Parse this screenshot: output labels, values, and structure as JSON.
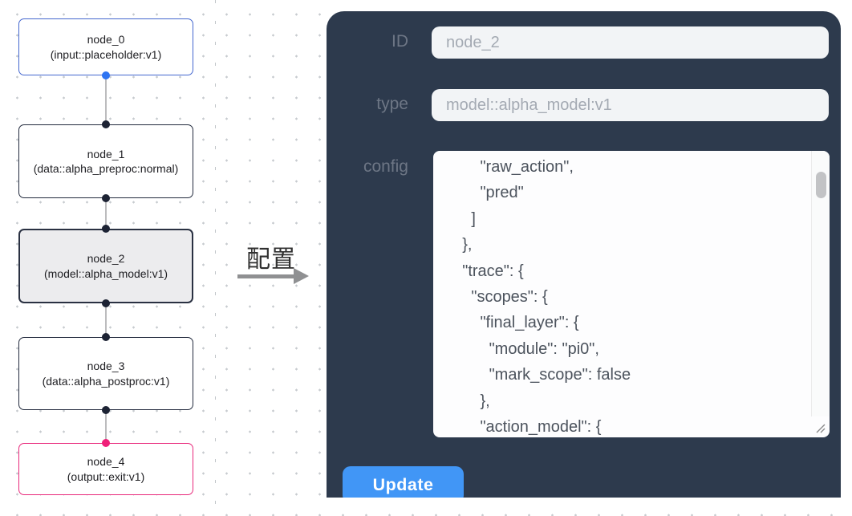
{
  "canvas": {
    "nodes": [
      {
        "id": "node_0",
        "label": "node_0",
        "type_text": "(input::placeholder:v1)",
        "state": "input"
      },
      {
        "id": "node_1",
        "label": "node_1",
        "type_text": "(data::alpha_preproc:normal)",
        "state": "default"
      },
      {
        "id": "node_2",
        "label": "node_2",
        "type_text": "(model::alpha_model:v1)",
        "state": "selected"
      },
      {
        "id": "node_3",
        "label": "node_3",
        "type_text": "(data::alpha_postproc:v1)",
        "state": "default"
      },
      {
        "id": "node_4",
        "label": "node_4",
        "type_text": "(output::exit:v1)",
        "state": "output"
      }
    ],
    "colors": {
      "input_border": "#4467cf",
      "default_border": "#232b3e",
      "selected_border": "#2a3142",
      "selected_fill": "#ececee",
      "output_border": "#e8297b",
      "port_blue": "#2e74f2",
      "port_dark": "#1d2334",
      "port_pink": "#ef2079"
    }
  },
  "transition": {
    "label": "配置"
  },
  "panel": {
    "background": "#2d3a4d",
    "fields": [
      {
        "label": "ID",
        "value": "node_2"
      },
      {
        "label": "type",
        "value": "model::alpha_model:v1"
      }
    ],
    "config_label": "config",
    "config_text": "        \"raw_action\",\n        \"pred\"\n      ]\n    },\n    \"trace\": {\n      \"scopes\": {\n        \"final_layer\": {\n          \"module\": \"pi0\",\n          \"mark_scope\": false\n        },\n        \"action_model\": {",
    "update_label": "Update",
    "accent": "#4196f6"
  }
}
